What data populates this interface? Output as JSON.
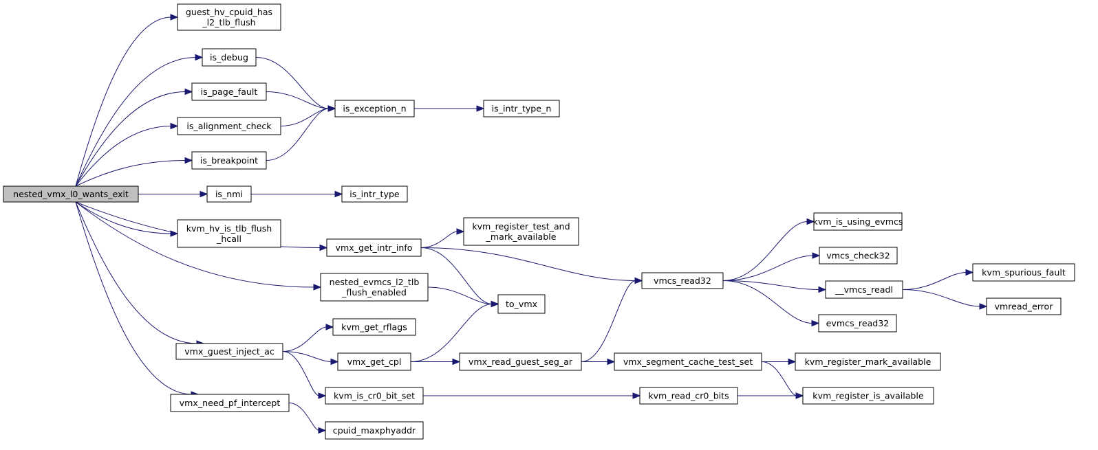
{
  "colors": {
    "root_fill": "#bfbfbf",
    "node_fill": "#ffffff",
    "edge": "#191970"
  },
  "nodes": [
    {
      "id": "nested_vmx_l0_wants_exit",
      "lines": [
        "nested_vmx_l0_wants_exit"
      ],
      "root": true
    },
    {
      "id": "guest_hv_cpuid_has_l2_tlb_flush",
      "lines": [
        "guest_hv_cpuid_has",
        "_l2_tlb_flush"
      ]
    },
    {
      "id": "is_debug",
      "lines": [
        "is_debug"
      ]
    },
    {
      "id": "is_page_fault",
      "lines": [
        "is_page_fault"
      ]
    },
    {
      "id": "is_alignment_check",
      "lines": [
        "is_alignment_check"
      ]
    },
    {
      "id": "is_breakpoint",
      "lines": [
        "is_breakpoint"
      ]
    },
    {
      "id": "is_nmi",
      "lines": [
        "is_nmi"
      ]
    },
    {
      "id": "kvm_hv_is_tlb_flush_hcall",
      "lines": [
        "kvm_hv_is_tlb_flush",
        "_hcall"
      ]
    },
    {
      "id": "vmx_get_intr_info",
      "lines": [
        "vmx_get_intr_info"
      ]
    },
    {
      "id": "nested_evmcs_l2_tlb_flush_enabled",
      "lines": [
        "nested_evmcs_l2_tlb",
        "_flush_enabled"
      ]
    },
    {
      "id": "vmx_guest_inject_ac",
      "lines": [
        "vmx_guest_inject_ac"
      ]
    },
    {
      "id": "vmx_need_pf_intercept",
      "lines": [
        "vmx_need_pf_intercept"
      ]
    },
    {
      "id": "is_exception_n",
      "lines": [
        "is_exception_n"
      ]
    },
    {
      "id": "is_intr_type_n",
      "lines": [
        "is_intr_type_n"
      ]
    },
    {
      "id": "is_intr_type",
      "lines": [
        "is_intr_type"
      ]
    },
    {
      "id": "kvm_register_test_and_mark_available",
      "lines": [
        "kvm_register_test_and",
        "_mark_available"
      ]
    },
    {
      "id": "to_vmx",
      "lines": [
        "to_vmx"
      ]
    },
    {
      "id": "kvm_get_rflags",
      "lines": [
        "kvm_get_rflags"
      ]
    },
    {
      "id": "vmx_get_cpl",
      "lines": [
        "vmx_get_cpl"
      ]
    },
    {
      "id": "kvm_is_cr0_bit_set",
      "lines": [
        "kvm_is_cr0_bit_set"
      ]
    },
    {
      "id": "cpuid_maxphyaddr",
      "lines": [
        "cpuid_maxphyaddr"
      ]
    },
    {
      "id": "vmcs_read32",
      "lines": [
        "vmcs_read32"
      ]
    },
    {
      "id": "vmx_read_guest_seg_ar",
      "lines": [
        "vmx_read_guest_seg_ar"
      ]
    },
    {
      "id": "vmx_segment_cache_test_set",
      "lines": [
        "vmx_segment_cache_test_set"
      ]
    },
    {
      "id": "kvm_read_cr0_bits",
      "lines": [
        "kvm_read_cr0_bits"
      ]
    },
    {
      "id": "kvm_is_using_evmcs",
      "lines": [
        "kvm_is_using_evmcs"
      ]
    },
    {
      "id": "vmcs_check32",
      "lines": [
        "vmcs_check32"
      ]
    },
    {
      "id": "__vmcs_readl",
      "lines": [
        "__vmcs_readl"
      ]
    },
    {
      "id": "evmcs_read32",
      "lines": [
        "evmcs_read32"
      ]
    },
    {
      "id": "kvm_register_mark_available",
      "lines": [
        "kvm_register_mark_available"
      ]
    },
    {
      "id": "kvm_register_is_available",
      "lines": [
        "kvm_register_is_available"
      ]
    },
    {
      "id": "kvm_spurious_fault",
      "lines": [
        "kvm_spurious_fault"
      ]
    },
    {
      "id": "vmread_error",
      "lines": [
        "vmread_error"
      ]
    }
  ],
  "edges": [
    {
      "from": "nested_vmx_l0_wants_exit",
      "to": "guest_hv_cpuid_has_l2_tlb_flush"
    },
    {
      "from": "nested_vmx_l0_wants_exit",
      "to": "is_debug"
    },
    {
      "from": "nested_vmx_l0_wants_exit",
      "to": "is_page_fault"
    },
    {
      "from": "nested_vmx_l0_wants_exit",
      "to": "is_alignment_check"
    },
    {
      "from": "nested_vmx_l0_wants_exit",
      "to": "is_breakpoint"
    },
    {
      "from": "nested_vmx_l0_wants_exit",
      "to": "is_nmi"
    },
    {
      "from": "nested_vmx_l0_wants_exit",
      "to": "kvm_hv_is_tlb_flush_hcall"
    },
    {
      "from": "nested_vmx_l0_wants_exit",
      "to": "vmx_get_intr_info"
    },
    {
      "from": "nested_vmx_l0_wants_exit",
      "to": "nested_evmcs_l2_tlb_flush_enabled"
    },
    {
      "from": "nested_vmx_l0_wants_exit",
      "to": "vmx_guest_inject_ac"
    },
    {
      "from": "nested_vmx_l0_wants_exit",
      "to": "vmx_need_pf_intercept"
    },
    {
      "from": "is_debug",
      "to": "is_exception_n"
    },
    {
      "from": "is_page_fault",
      "to": "is_exception_n"
    },
    {
      "from": "is_alignment_check",
      "to": "is_exception_n"
    },
    {
      "from": "is_breakpoint",
      "to": "is_exception_n"
    },
    {
      "from": "is_exception_n",
      "to": "is_intr_type_n"
    },
    {
      "from": "is_nmi",
      "to": "is_intr_type"
    },
    {
      "from": "vmx_get_intr_info",
      "to": "kvm_register_test_and_mark_available"
    },
    {
      "from": "vmx_get_intr_info",
      "to": "vmcs_read32"
    },
    {
      "from": "vmx_get_intr_info",
      "to": "to_vmx"
    },
    {
      "from": "nested_evmcs_l2_tlb_flush_enabled",
      "to": "to_vmx"
    },
    {
      "from": "vmx_guest_inject_ac",
      "to": "kvm_get_rflags"
    },
    {
      "from": "vmx_guest_inject_ac",
      "to": "vmx_get_cpl"
    },
    {
      "from": "vmx_guest_inject_ac",
      "to": "kvm_is_cr0_bit_set"
    },
    {
      "from": "vmx_need_pf_intercept",
      "to": "cpuid_maxphyaddr"
    },
    {
      "from": "vmx_get_cpl",
      "to": "to_vmx"
    },
    {
      "from": "vmx_get_cpl",
      "to": "vmx_read_guest_seg_ar"
    },
    {
      "from": "vmx_read_guest_seg_ar",
      "to": "vmcs_read32"
    },
    {
      "from": "vmx_read_guest_seg_ar",
      "to": "vmx_segment_cache_test_set"
    },
    {
      "from": "vmx_segment_cache_test_set",
      "to": "kvm_register_mark_available"
    },
    {
      "from": "vmx_segment_cache_test_set",
      "to": "kvm_register_is_available"
    },
    {
      "from": "kvm_is_cr0_bit_set",
      "to": "kvm_read_cr0_bits"
    },
    {
      "from": "kvm_read_cr0_bits",
      "to": "kvm_register_is_available"
    },
    {
      "from": "vmcs_read32",
      "to": "kvm_is_using_evmcs"
    },
    {
      "from": "vmcs_read32",
      "to": "vmcs_check32"
    },
    {
      "from": "vmcs_read32",
      "to": "__vmcs_readl"
    },
    {
      "from": "vmcs_read32",
      "to": "evmcs_read32"
    },
    {
      "from": "__vmcs_readl",
      "to": "kvm_spurious_fault"
    },
    {
      "from": "__vmcs_readl",
      "to": "vmread_error"
    }
  ]
}
